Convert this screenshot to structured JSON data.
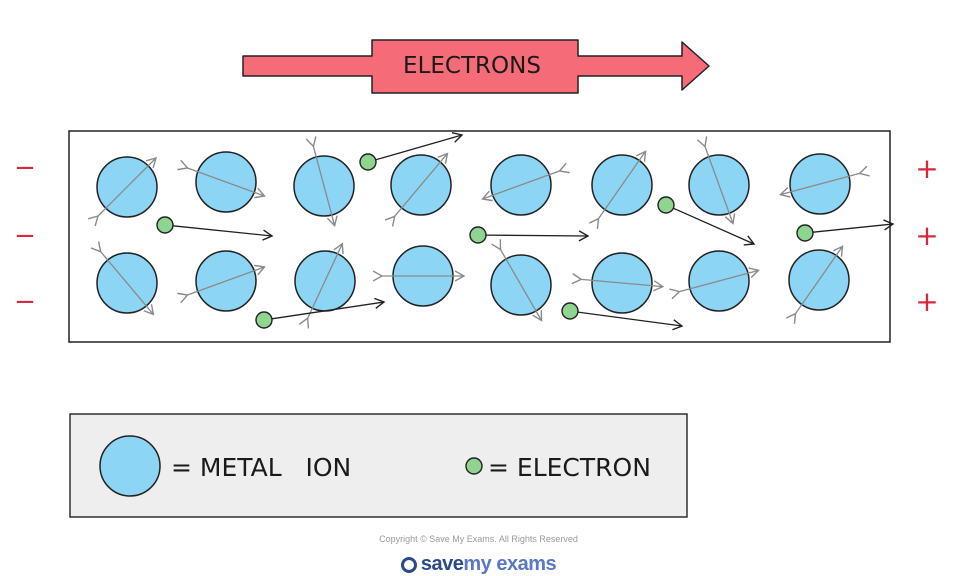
{
  "arrow": {
    "label": "ELECTRONS"
  },
  "left_terminal": {
    "signs": [
      "−",
      "−",
      "−"
    ]
  },
  "right_terminal": {
    "signs": [
      "+",
      "+",
      "+"
    ]
  },
  "legend": {
    "ion_label": "= METAL   ION",
    "electron_label": "= ELECTRON"
  },
  "footer": {
    "copyright": "Copyright © Save My Exams. All Rights Reserved",
    "brand_part1": "save",
    "brand_part2": "my exams"
  },
  "colors": {
    "arrow_fill": "#f56b78",
    "ion_fill": "#8dd5f5",
    "electron_fill": "#8fd48f",
    "sign_color": "#d9263f",
    "legend_bg": "#eeeeee"
  }
}
